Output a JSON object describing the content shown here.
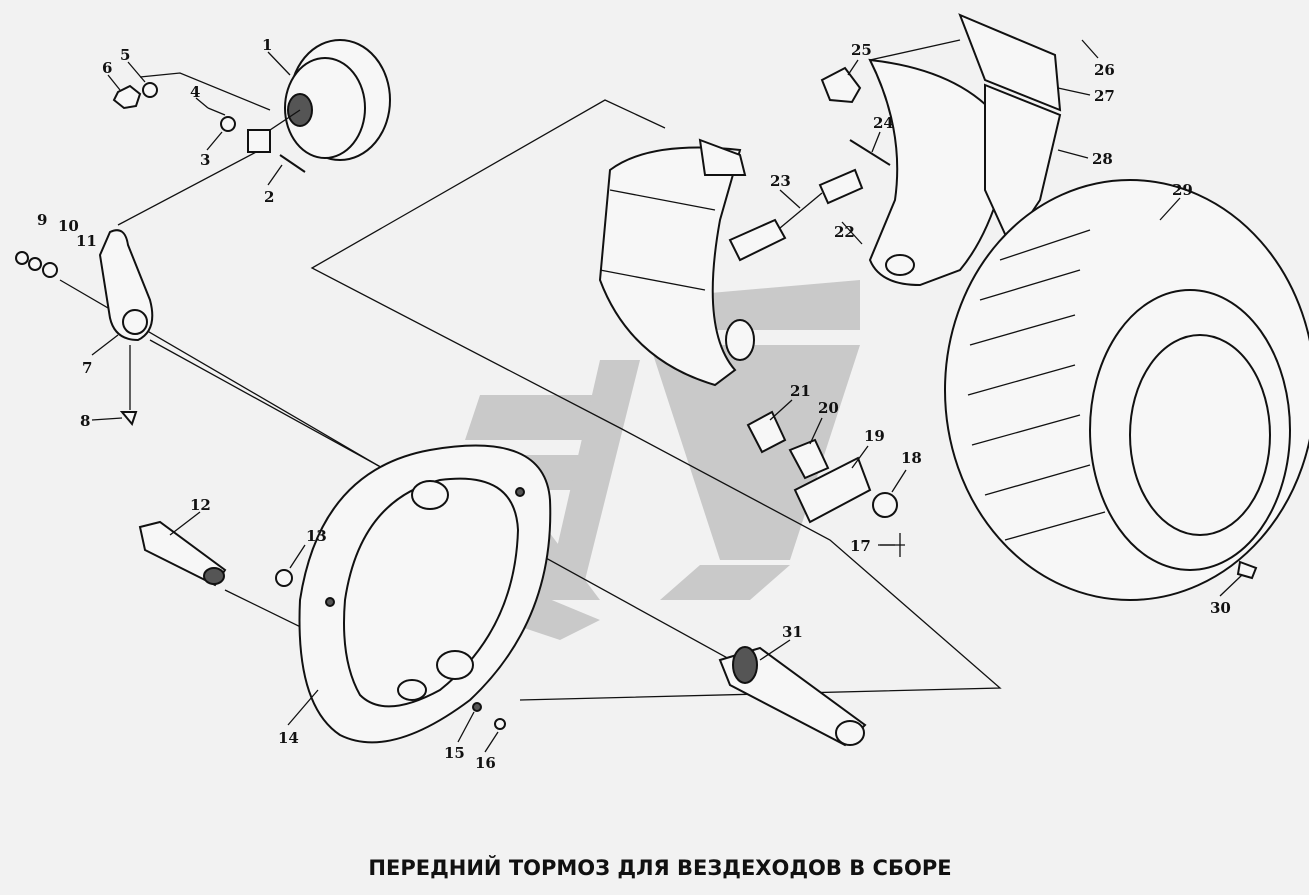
{
  "diagram": {
    "title": "ПЕРЕДНИЙ ТОРМОЗ ДЛЯ ВЕЗДЕХОДОВ В СБОРЕ",
    "callouts": [
      "1",
      "2",
      "3",
      "4",
      "5",
      "6",
      "7",
      "8",
      "9",
      "10",
      "11",
      "12",
      "13",
      "14",
      "15",
      "16",
      "17",
      "18",
      "19",
      "20",
      "21",
      "22",
      "23",
      "24",
      "25",
      "26",
      "27",
      "28",
      "29",
      "30",
      "31"
    ],
    "parts": [
      "brake-chamber",
      "cam-bolt",
      "washer",
      "cotter-pin",
      "nut",
      "nut",
      "slack-adjuster",
      "pin",
      "washer",
      "washer",
      "washer",
      "anchor-pin",
      "bushing",
      "backing-plate",
      "washer",
      "bolt",
      "pin",
      "roller",
      "link",
      "roller-sleeve",
      "spring",
      "brake-shoe",
      "return-spring",
      "shoe-pin",
      "bushing",
      "rivet",
      "lining",
      "lining-segment",
      "brake-drum",
      "drum-bolt",
      "cam-shaft"
    ],
    "watermark": "brand-logo",
    "colors": {
      "ink": "#111111",
      "paper": "#f2f2f2",
      "watermark": "#c9c9c9"
    }
  }
}
